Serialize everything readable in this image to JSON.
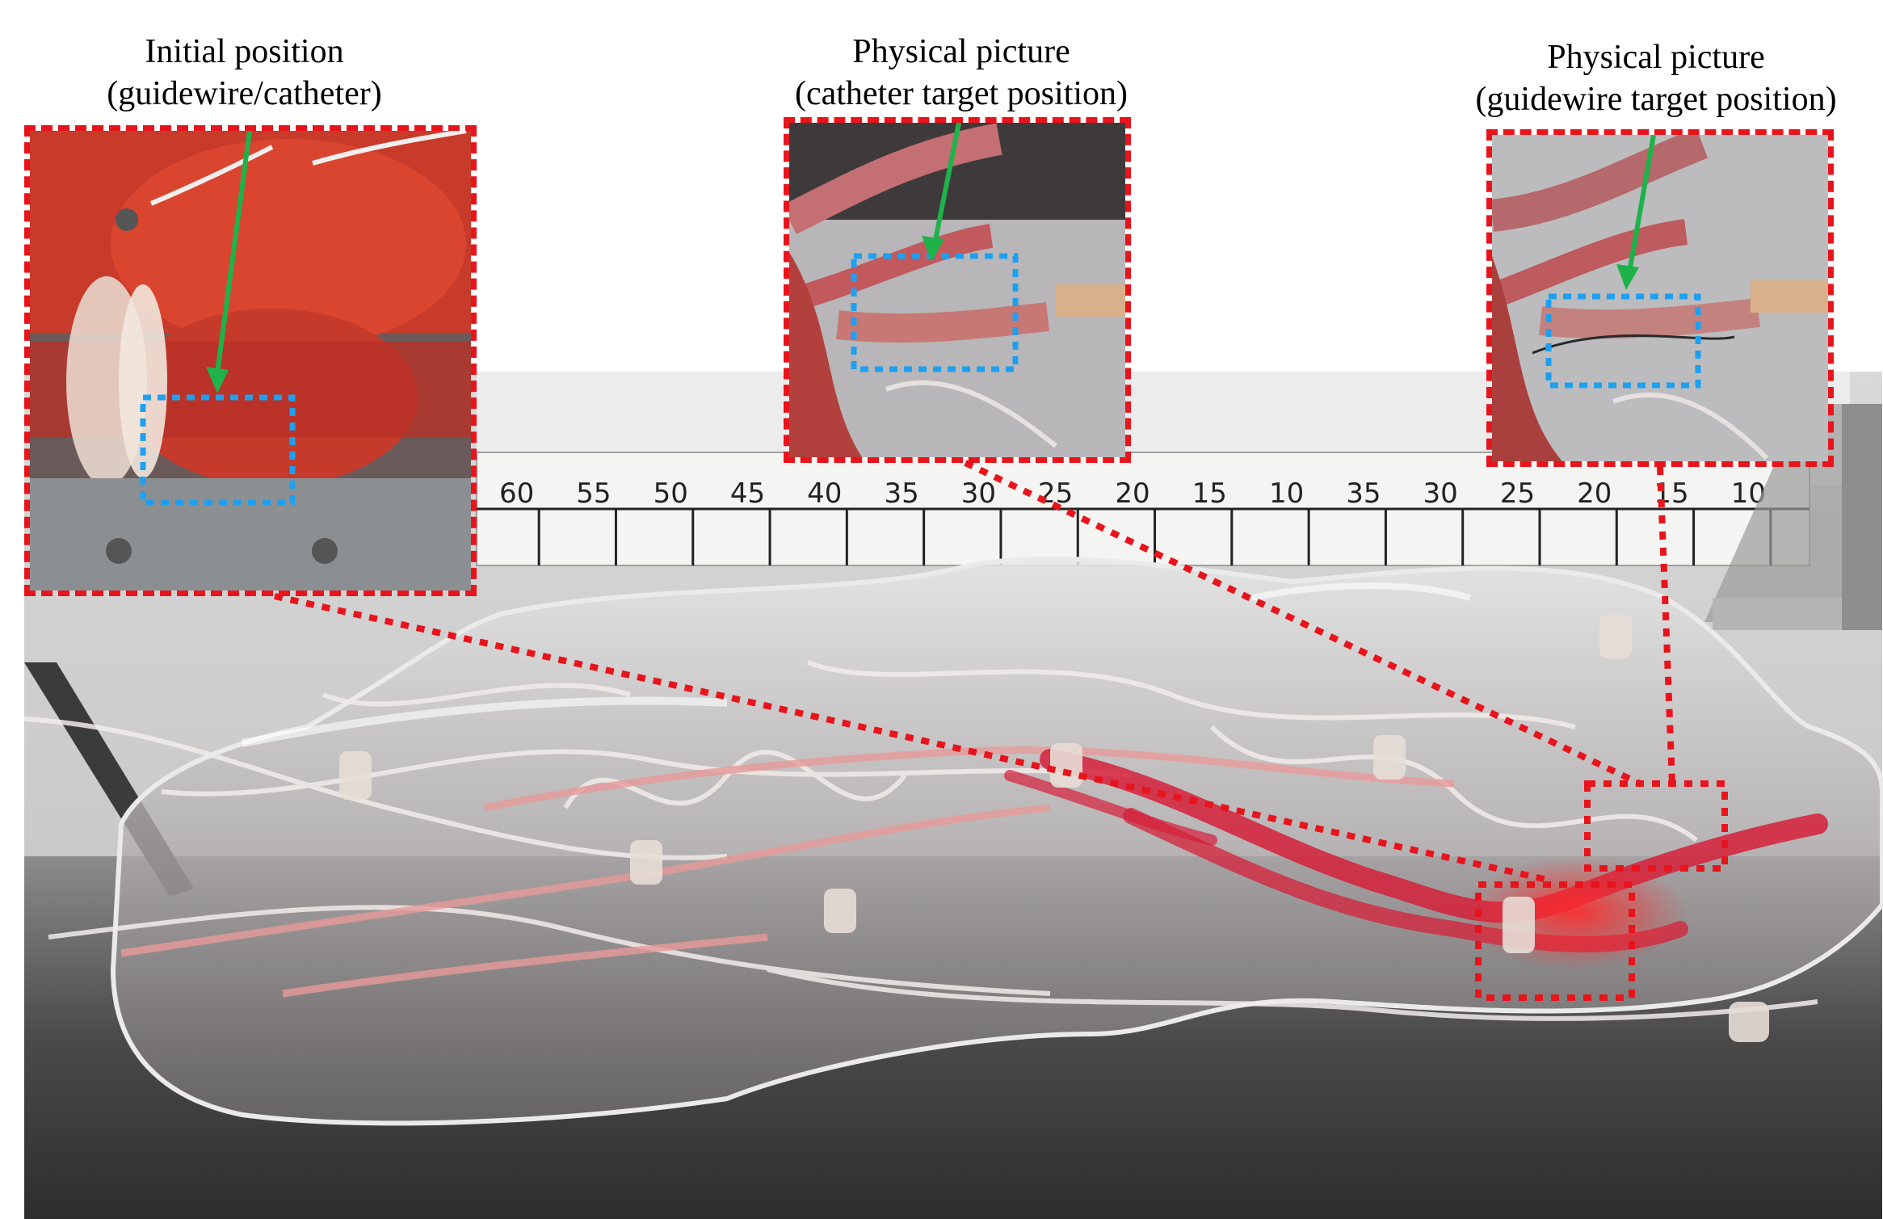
{
  "captions": {
    "left": {
      "line1": "Initial position",
      "line2": "(guidewire/catheter)"
    },
    "middle": {
      "line1": "Physical picture",
      "line2": "(catheter target position)"
    },
    "right": {
      "line1": "Physical picture",
      "line2": "(guidewire target position)"
    }
  },
  "colors": {
    "zoom_frame": "#e8141c",
    "roi_box": "#1ea0f0",
    "arrow": "#1fb24a",
    "vessel": "#c8263a"
  },
  "ruler_marks": [
    "60",
    "55",
    "50",
    "45",
    "40",
    "35",
    "30",
    "25",
    "20",
    "15",
    "10",
    "35",
    "30",
    "25",
    "20",
    "15",
    "10"
  ]
}
